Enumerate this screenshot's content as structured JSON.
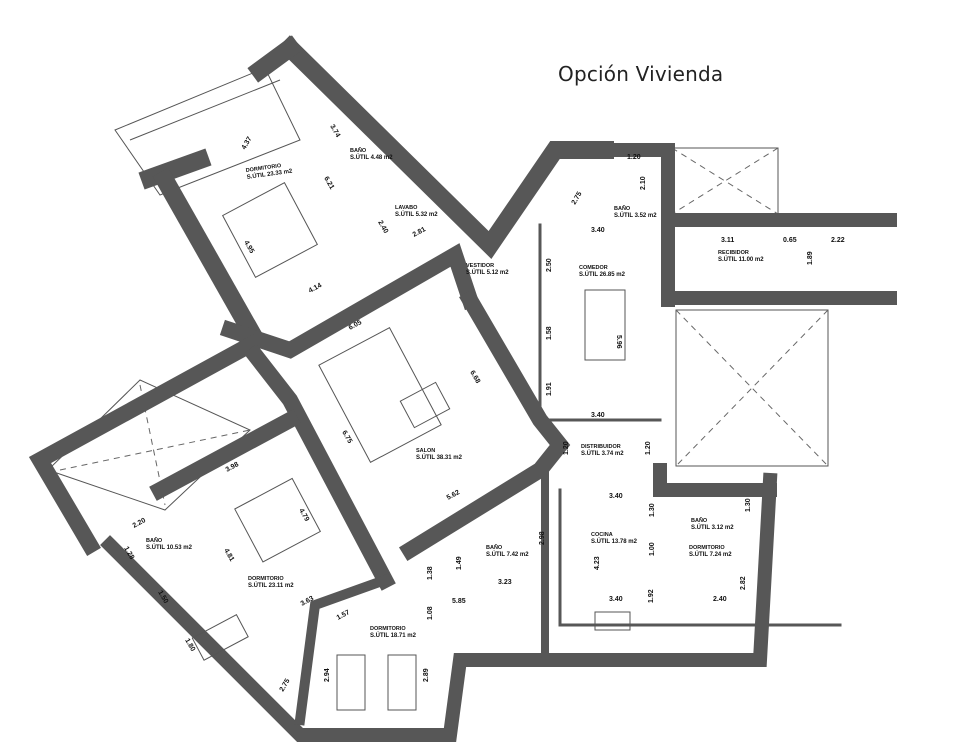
{
  "title": "Opción Vivienda",
  "area_prefix": "S.ÚTIL",
  "rooms": [
    {
      "name": "DORMITORIO",
      "area": "23.33 m2"
    },
    {
      "name": "BAÑO",
      "area": "4.48 m2"
    },
    {
      "name": "LAVABO",
      "area": "5.32 m2"
    },
    {
      "name": "VESTIDOR",
      "area": "5.12 m2"
    },
    {
      "name": "COMEDOR",
      "area": "26.85 m2"
    },
    {
      "name": "BAÑO",
      "area": "3.52 m2"
    },
    {
      "name": "RECIBIDOR",
      "area": "11.00 m2"
    },
    {
      "name": "SALON",
      "area": "38.31 m2"
    },
    {
      "name": "DISTRIBUIDOR",
      "area": "3.74 m2"
    },
    {
      "name": "COCINA",
      "area": "13.78 m2"
    },
    {
      "name": "BAÑO",
      "area": "3.12 m2"
    },
    {
      "name": "DORMITORIO",
      "area": "7.24 m2"
    },
    {
      "name": "BAÑO",
      "area": "7.42 m2"
    },
    {
      "name": "BAÑO",
      "area": "10.53 m2"
    },
    {
      "name": "DORMITORIO",
      "area": "23.11 m2"
    },
    {
      "name": "DORMITORIO",
      "area": "18.71 m2"
    }
  ],
  "dimensions": [
    "4.37",
    "3.74",
    "6.21",
    "4.95",
    "2.40",
    "2.81",
    "4.14",
    "6.05",
    "2.75",
    "1.20",
    "2.10",
    "3.40",
    "3.11",
    "0.65",
    "2.22",
    "1.89",
    "2.50",
    "1.58",
    "5.96",
    "1.91",
    "3.40",
    "6.68",
    "6.75",
    "5.62",
    "1.20",
    "1.20",
    "3.40",
    "1.30",
    "1.00",
    "4.23",
    "3.40",
    "1.92",
    "2.40",
    "2.82",
    "1.30",
    "3.98",
    "4.79",
    "2.20",
    "1.28",
    "4.81",
    "1.50",
    "1.80",
    "3.63",
    "1.57",
    "1.08",
    "5.85",
    "1.38",
    "1.49",
    "2.98",
    "3.23",
    "2.94",
    "2.89",
    "2.75"
  ]
}
